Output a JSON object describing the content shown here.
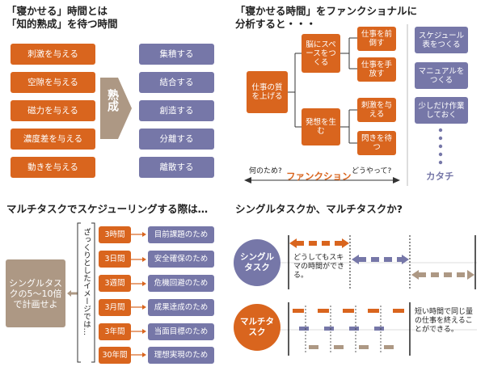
{
  "q1": {
    "title": [
      "「寝かせる」時間とは",
      "「知的熟成」を待つ時間"
    ],
    "left_items": [
      "刺激を与える",
      "空隙を与える",
      "磁力を与える",
      "濃度差を与える",
      "動きを与える"
    ],
    "center": "熟成",
    "right_items": [
      "集積する",
      "結合する",
      "創造する",
      "分離する",
      "離散する"
    ]
  },
  "q2": {
    "title": [
      "「寝かせる時間」をファンクショナルに",
      "分析すると・・・"
    ],
    "root": "仕事の質を上げる",
    "mid_top": "脳にスペースをつくる",
    "mid_bottom": "発想を生む",
    "leaves": [
      "仕事を前倒す",
      "仕事を手放す",
      "刺激を与える",
      "閃きを待つ"
    ],
    "forms": [
      "スケジュール表をつくる",
      "マニュアルをつくる",
      "少しだけ作業しておく"
    ],
    "why": "何のため?",
    "how": "どうやって?",
    "function_label": "ファンクション",
    "form_label": "カタチ"
  },
  "q3": {
    "title": "マルチタスクでスケジューリングする際は…",
    "left": "シングルタスクの5〜10倍で計画せよ",
    "note": "ざっくりとしたイメージでは…",
    "rows": [
      {
        "span": "3時間",
        "goal": "目前課題のため"
      },
      {
        "span": "3日間",
        "goal": "安全確保のため"
      },
      {
        "span": "3週間",
        "goal": "危機回避のため"
      },
      {
        "span": "3月間",
        "goal": "成果達成のため"
      },
      {
        "span": "3年間",
        "goal": "当面目標のため"
      },
      {
        "span": "30年間",
        "goal": "理想実現のため"
      }
    ]
  },
  "q4": {
    "title": "シングルタスクか、マルチタスクか?",
    "single": "シングルタスク",
    "multi": "マルチタスク",
    "single_note": "どうしてもスキマの時間ができる。",
    "multi_note": "短い時間で同じ量の仕事を終えることができる。",
    "colors": {
      "orange": "#d9651e",
      "blue": "#7677a8",
      "tan": "#ad9884"
    }
  }
}
